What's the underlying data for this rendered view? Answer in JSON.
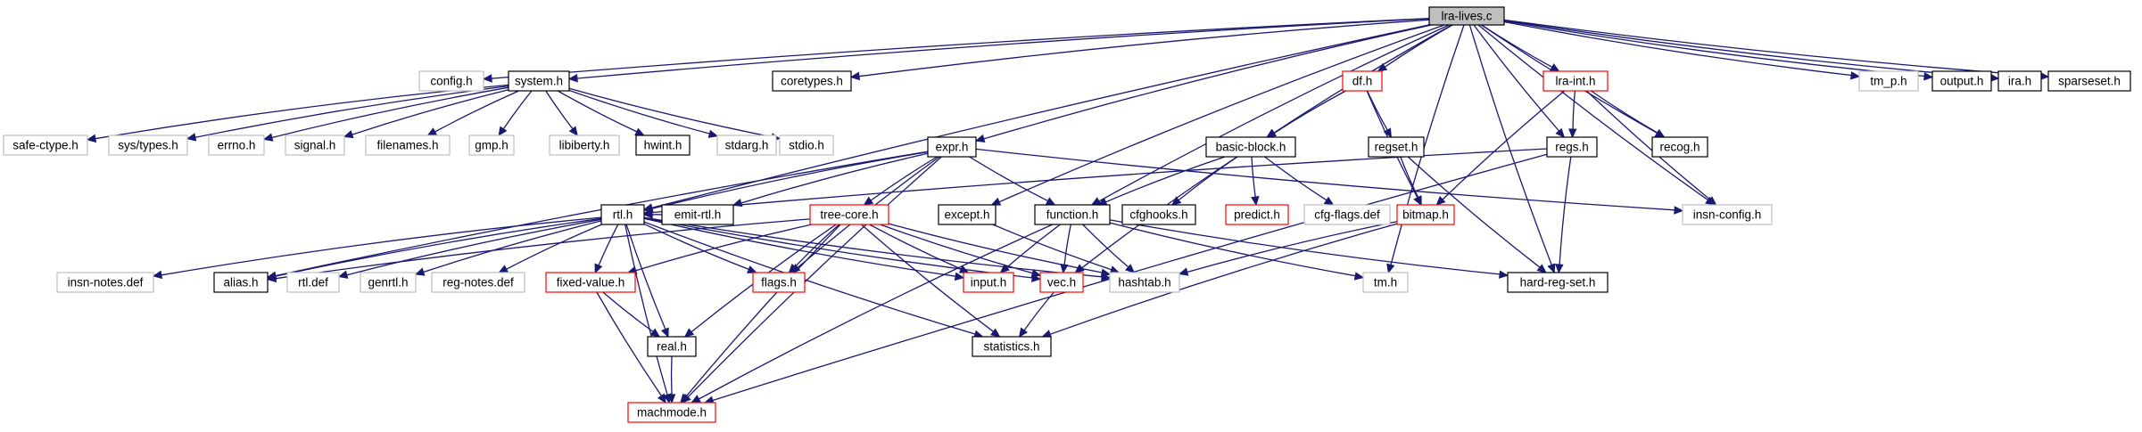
{
  "graph": {
    "colors": {
      "edge": "#191970",
      "root_fill": "#bfbfbf",
      "border_black": "#000000",
      "border_grey": "#bfbfbf",
      "border_red": "#ff0000",
      "background": "#ffffff"
    },
    "nodes": [
      {
        "id": "lra-lives",
        "label": "lra-lives.c",
        "style": "root"
      },
      {
        "id": "config",
        "label": "config.h",
        "style": "grey"
      },
      {
        "id": "system",
        "label": "system.h",
        "style": "black"
      },
      {
        "id": "coretypes",
        "label": "coretypes.h",
        "style": "black"
      },
      {
        "id": "df",
        "label": "df.h",
        "style": "red"
      },
      {
        "id": "lra-int",
        "label": "lra-int.h",
        "style": "red"
      },
      {
        "id": "tm_p",
        "label": "tm_p.h",
        "style": "grey"
      },
      {
        "id": "output",
        "label": "output.h",
        "style": "black"
      },
      {
        "id": "ira",
        "label": "ira.h",
        "style": "black"
      },
      {
        "id": "sparseset",
        "label": "sparseset.h",
        "style": "black"
      },
      {
        "id": "safe-ctype",
        "label": "safe-ctype.h",
        "style": "grey"
      },
      {
        "id": "sys-types",
        "label": "sys/types.h",
        "style": "grey"
      },
      {
        "id": "errno",
        "label": "errno.h",
        "style": "grey"
      },
      {
        "id": "signal",
        "label": "signal.h",
        "style": "grey"
      },
      {
        "id": "filenames",
        "label": "filenames.h",
        "style": "grey"
      },
      {
        "id": "gmp",
        "label": "gmp.h",
        "style": "grey"
      },
      {
        "id": "libiberty",
        "label": "libiberty.h",
        "style": "grey"
      },
      {
        "id": "hwint",
        "label": "hwint.h",
        "style": "black"
      },
      {
        "id": "stdarg",
        "label": "stdarg.h",
        "style": "grey"
      },
      {
        "id": "stdio",
        "label": "stdio.h",
        "style": "grey"
      },
      {
        "id": "expr",
        "label": "expr.h",
        "style": "black"
      },
      {
        "id": "basic-block",
        "label": "basic-block.h",
        "style": "black"
      },
      {
        "id": "regset",
        "label": "regset.h",
        "style": "black"
      },
      {
        "id": "regs",
        "label": "regs.h",
        "style": "black"
      },
      {
        "id": "recog",
        "label": "recog.h",
        "style": "black"
      },
      {
        "id": "rtl",
        "label": "rtl.h",
        "style": "black"
      },
      {
        "id": "emit-rtl",
        "label": "emit-rtl.h",
        "style": "black"
      },
      {
        "id": "tree-core",
        "label": "tree-core.h",
        "style": "red"
      },
      {
        "id": "except",
        "label": "except.h",
        "style": "black"
      },
      {
        "id": "function",
        "label": "function.h",
        "style": "black"
      },
      {
        "id": "cfghooks",
        "label": "cfghooks.h",
        "style": "black"
      },
      {
        "id": "predict",
        "label": "predict.h",
        "style": "red"
      },
      {
        "id": "cfg-flags",
        "label": "cfg-flags.def",
        "style": "grey"
      },
      {
        "id": "bitmap",
        "label": "bitmap.h",
        "style": "red"
      },
      {
        "id": "insn-config",
        "label": "insn-config.h",
        "style": "grey"
      },
      {
        "id": "insn-notes",
        "label": "insn-notes.def",
        "style": "grey"
      },
      {
        "id": "alias",
        "label": "alias.h",
        "style": "black"
      },
      {
        "id": "rtl-def",
        "label": "rtl.def",
        "style": "grey"
      },
      {
        "id": "genrtl",
        "label": "genrtl.h",
        "style": "grey"
      },
      {
        "id": "reg-notes",
        "label": "reg-notes.def",
        "style": "grey"
      },
      {
        "id": "fixed-value",
        "label": "fixed-value.h",
        "style": "red"
      },
      {
        "id": "flags",
        "label": "flags.h",
        "style": "red"
      },
      {
        "id": "input",
        "label": "input.h",
        "style": "red"
      },
      {
        "id": "vec",
        "label": "vec.h",
        "style": "red"
      },
      {
        "id": "hashtab",
        "label": "hashtab.h",
        "style": "grey"
      },
      {
        "id": "tm",
        "label": "tm.h",
        "style": "grey"
      },
      {
        "id": "hard-reg-set",
        "label": "hard-reg-set.h",
        "style": "black"
      },
      {
        "id": "real",
        "label": "real.h",
        "style": "black"
      },
      {
        "id": "statistics",
        "label": "statistics.h",
        "style": "black"
      },
      {
        "id": "machmode",
        "label": "machmode.h",
        "style": "red"
      }
    ],
    "edges": [
      [
        "lra-lives",
        "config"
      ],
      [
        "lra-lives",
        "system"
      ],
      [
        "lra-lives",
        "coretypes"
      ],
      [
        "lra-lives",
        "df"
      ],
      [
        "lra-lives",
        "lra-int"
      ],
      [
        "lra-lives",
        "tm_p"
      ],
      [
        "lra-lives",
        "output"
      ],
      [
        "lra-lives",
        "ira"
      ],
      [
        "lra-lives",
        "sparseset"
      ],
      [
        "lra-lives",
        "expr"
      ],
      [
        "lra-lives",
        "basic-block"
      ],
      [
        "lra-lives",
        "regs"
      ],
      [
        "lra-lives",
        "recog"
      ],
      [
        "lra-lives",
        "insn-config"
      ],
      [
        "lra-lives",
        "hard-reg-set"
      ],
      [
        "lra-lives",
        "tm"
      ],
      [
        "lra-lives",
        "function"
      ],
      [
        "lra-lives",
        "except"
      ],
      [
        "lra-lives",
        "rtl"
      ],
      [
        "system",
        "safe-ctype"
      ],
      [
        "system",
        "sys-types"
      ],
      [
        "system",
        "errno"
      ],
      [
        "system",
        "signal"
      ],
      [
        "system",
        "filenames"
      ],
      [
        "system",
        "gmp"
      ],
      [
        "system",
        "libiberty"
      ],
      [
        "system",
        "hwint"
      ],
      [
        "system",
        "stdarg"
      ],
      [
        "system",
        "stdio"
      ],
      [
        "df",
        "regset"
      ],
      [
        "df",
        "basic-block"
      ],
      [
        "df",
        "bitmap"
      ],
      [
        "lra-int",
        "regs"
      ],
      [
        "lra-int",
        "recog"
      ],
      [
        "lra-int",
        "bitmap"
      ],
      [
        "lra-int",
        "insn-config"
      ],
      [
        "expr",
        "rtl"
      ],
      [
        "expr",
        "emit-rtl"
      ],
      [
        "expr",
        "tree-core"
      ],
      [
        "expr",
        "function"
      ],
      [
        "expr",
        "insn-config"
      ],
      [
        "expr",
        "flags"
      ],
      [
        "expr",
        "alias"
      ],
      [
        "expr",
        "machmode"
      ],
      [
        "basic-block",
        "predict"
      ],
      [
        "basic-block",
        "cfghooks"
      ],
      [
        "basic-block",
        "cfg-flags"
      ],
      [
        "basic-block",
        "function"
      ],
      [
        "basic-block",
        "vec"
      ],
      [
        "regset",
        "bitmap"
      ],
      [
        "regset",
        "hard-reg-set"
      ],
      [
        "regs",
        "rtl"
      ],
      [
        "regs",
        "hard-reg-set"
      ],
      [
        "regs",
        "machmode"
      ],
      [
        "emit-rtl",
        "rtl"
      ],
      [
        "rtl",
        "insn-notes"
      ],
      [
        "rtl",
        "alias"
      ],
      [
        "rtl",
        "rtl-def"
      ],
      [
        "rtl",
        "genrtl"
      ],
      [
        "rtl",
        "reg-notes"
      ],
      [
        "rtl",
        "fixed-value"
      ],
      [
        "rtl",
        "flags"
      ],
      [
        "rtl",
        "vec"
      ],
      [
        "rtl",
        "hashtab"
      ],
      [
        "rtl",
        "input"
      ],
      [
        "rtl",
        "real"
      ],
      [
        "rtl",
        "statistics"
      ],
      [
        "rtl",
        "machmode"
      ],
      [
        "tree-core",
        "fixed-value"
      ],
      [
        "tree-core",
        "flags"
      ],
      [
        "tree-core",
        "vec"
      ],
      [
        "tree-core",
        "hashtab"
      ],
      [
        "tree-core",
        "input"
      ],
      [
        "tree-core",
        "real"
      ],
      [
        "tree-core",
        "statistics"
      ],
      [
        "tree-core",
        "machmode"
      ],
      [
        "tree-core",
        "alias"
      ],
      [
        "except",
        "hashtab"
      ],
      [
        "function",
        "input"
      ],
      [
        "function",
        "vec"
      ],
      [
        "function",
        "hashtab"
      ],
      [
        "function",
        "tm"
      ],
      [
        "function",
        "hard-reg-set"
      ],
      [
        "function",
        "machmode"
      ],
      [
        "bitmap",
        "hashtab"
      ],
      [
        "bitmap",
        "statistics"
      ],
      [
        "vec",
        "statistics"
      ],
      [
        "fixed-value",
        "real"
      ],
      [
        "fixed-value",
        "machmode"
      ],
      [
        "real",
        "machmode"
      ]
    ]
  }
}
